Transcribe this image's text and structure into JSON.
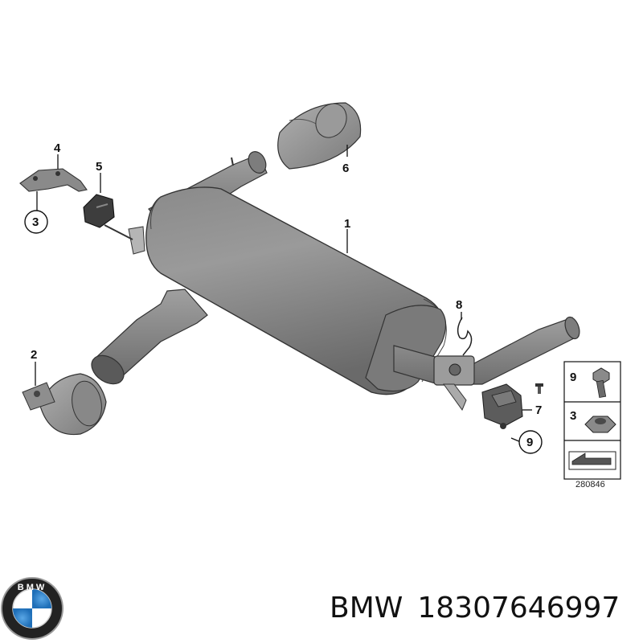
{
  "callouts": {
    "c1": "1",
    "c2": "2",
    "c3": "3",
    "c4": "4",
    "c5": "5",
    "c6": "6",
    "c7": "7",
    "c8": "8",
    "c9": "9"
  },
  "legend": {
    "row1_number": "9",
    "row2_number": "3",
    "diagram_number": "280846"
  },
  "logo": {
    "text": "BMW"
  },
  "caption": {
    "brand": "BMW",
    "part_number": "18307646997"
  },
  "colors": {
    "part_gray": "#8f8f8f",
    "part_dark": "#5e5e5e",
    "line": "#111111"
  }
}
